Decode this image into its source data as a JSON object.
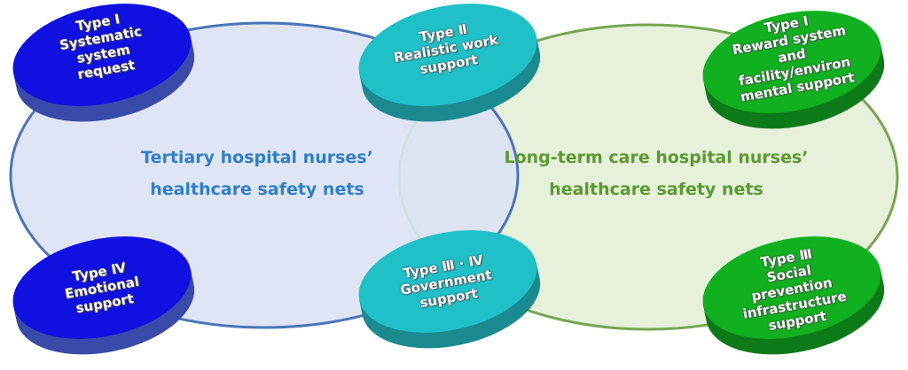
{
  "colors": {
    "blue_disc": "#1010e0",
    "teal_disc": "#20c0c8",
    "green_disc": "#10b020",
    "left_circle": "#dce3f3",
    "right_circle": "#e6f0da",
    "left_label": "#2f7fc8",
    "right_label": "#5a9a30"
  },
  "left_circle": {
    "line1": "Tertiary hospital nurses’",
    "line2": "healthcare safety nets"
  },
  "right_circle": {
    "line1": "Long-term care hospital nurses’",
    "line2": "healthcare safety nets"
  },
  "discs": [
    {
      "type": "Type Ⅰ",
      "lines": [
        "Systematic",
        "system",
        "request"
      ]
    },
    {
      "type": "Type Ⅱ",
      "lines": [
        "Realistic work",
        "support"
      ]
    },
    {
      "type": "Type Ⅰ",
      "lines": [
        "Reward system",
        "and",
        "facility/environ",
        "mental support"
      ]
    },
    {
      "type": "Type Ⅳ",
      "lines": [
        "Emotional",
        "support"
      ]
    },
    {
      "type": "Type Ⅲ · Ⅳ",
      "lines": [
        "Government",
        "support"
      ]
    },
    {
      "type": "Type Ⅲ",
      "lines": [
        "Social",
        "prevention",
        "infrastructure",
        "support"
      ]
    }
  ]
}
